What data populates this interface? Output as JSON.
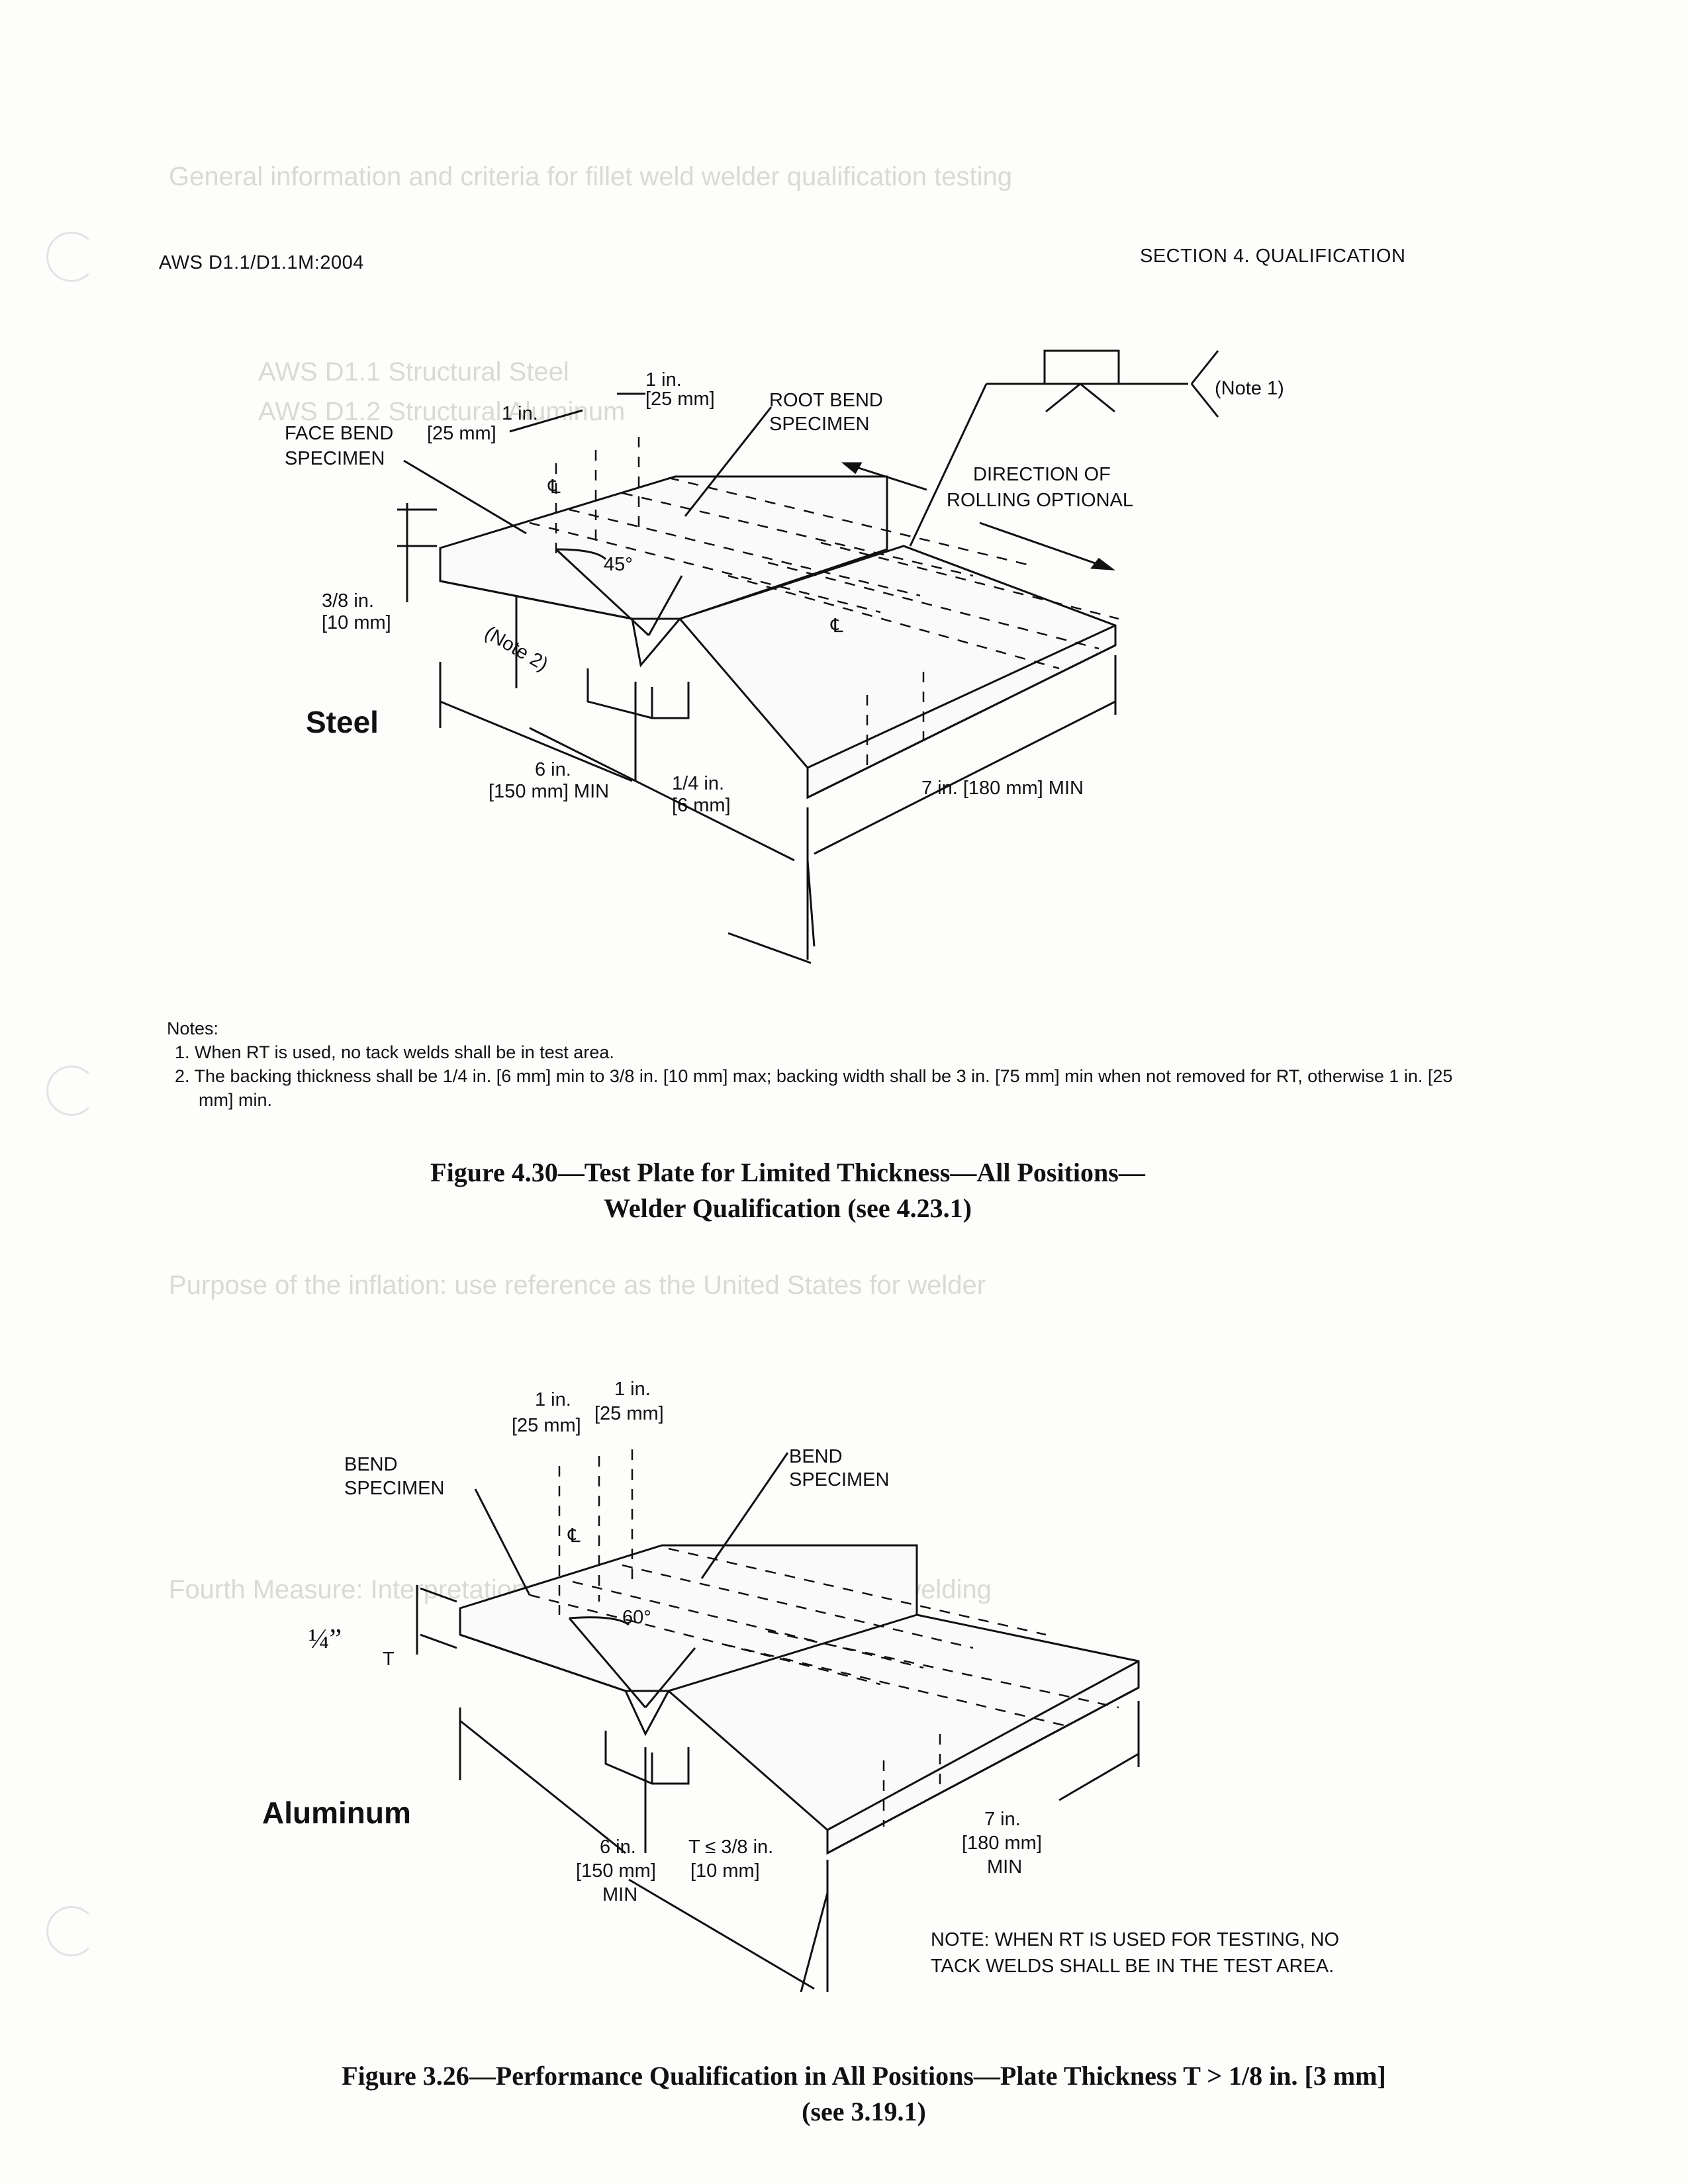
{
  "header": {
    "left": "AWS D1.1/D1.1M:2004",
    "right": "SECTION 4. QUALIFICATION"
  },
  "fig430": {
    "dim_1in_top": "1 in.",
    "dim_25mm_top": "[25 mm]",
    "dim_1in_left": "1 in.",
    "dim_25mm_left": "[25 mm]",
    "face_bend_line1": "FACE BEND",
    "face_bend_line2": "SPECIMEN",
    "root_bend_line1": "ROOT BEND",
    "root_bend_line2": "SPECIMEN",
    "note1_ref": "(Note 1)",
    "rolling_line1": "DIRECTION OF",
    "rolling_line2": "ROLLING OPTIONAL",
    "centerline": "℄",
    "angle": "45°",
    "dim_3_8in": "3/8 in.",
    "dim_10mm": "[10 mm]",
    "note2_ref": "(Note 2)",
    "material": "Steel",
    "dim_6in": "6 in.",
    "dim_150mm": "[150 mm] MIN",
    "dim_1_4in": "1/4 in.",
    "dim_6mm": "[6 mm]",
    "dim_7in": "7 in. [180 mm] MIN"
  },
  "notes": {
    "heading": "Notes:",
    "items": [
      "1. When RT is used, no tack welds shall be in test area.",
      "2. The backing thickness shall be 1/4 in. [6 mm] min to 3/8 in. [10 mm] max; backing width shall be 3 in. [75 mm] min when not removed for RT, otherwise 1 in. [25 mm] min."
    ]
  },
  "fig326": {
    "dim_1in_top": "1 in.",
    "dim_25mm_top": "[25 mm]",
    "dim_1in_left": "1 in.",
    "dim_25mm_left": "[25 mm]",
    "bend_left_line1": "BEND",
    "bend_left_line2": "SPECIMEN",
    "bend_right_line1": "BEND",
    "bend_right_line2": "SPECIMEN",
    "centerline": "℄",
    "angle": "60°",
    "quarter_inch": "¼”",
    "t_label": "T",
    "material": "Aluminum",
    "dim_6in": "6 in.",
    "dim_150mm": "[150 mm]",
    "min": "MIN",
    "t_max": "T ≤ 3/8 in.",
    "dim_10mm": "[10 mm]",
    "dim_7in": "7 in.",
    "dim_180mm": "[180 mm]",
    "note_line1": "NOTE: WHEN RT IS USED FOR TESTING, NO",
    "note_line2": "TACK WELDS SHALL BE IN THE TEST AREA."
  },
  "captions": {
    "fig430_line1": "Figure 4.30—Test Plate for Limited Thickness—All Positions—",
    "fig430_line2": "Welder Qualification (see 4.23.1)",
    "fig326_line1": "Figure 3.26—Performance Qualification in All Positions—Plate Thickness T > 1/8 in. [3 mm]",
    "fig326_line2": "(see 3.19.1)"
  }
}
